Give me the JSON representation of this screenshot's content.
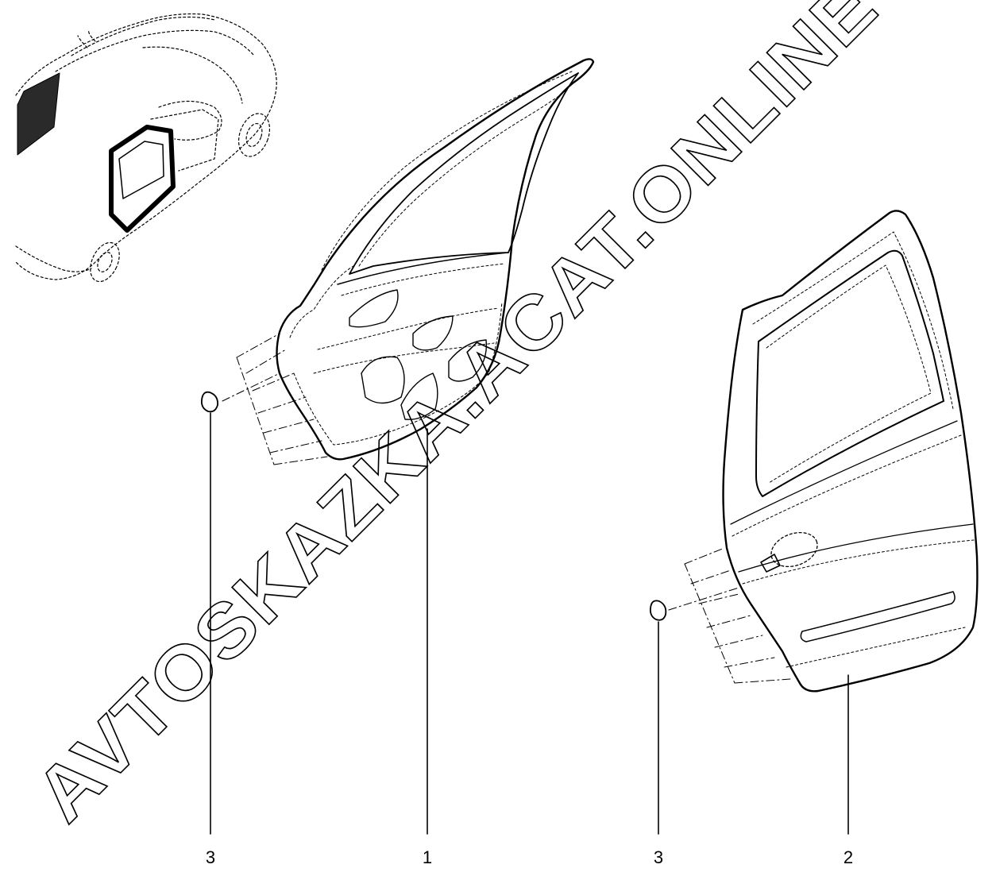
{
  "diagram": {
    "callouts": [
      {
        "id": "c1",
        "number": "3"
      },
      {
        "id": "c2",
        "number": "1"
      },
      {
        "id": "c3",
        "number": "3"
      },
      {
        "id": "c4",
        "number": "2"
      }
    ]
  },
  "watermark": {
    "text": "AVTOSKAZKA.ACAT.ONLINE"
  },
  "colors": {
    "ink": "#000000",
    "background": "#ffffff"
  }
}
